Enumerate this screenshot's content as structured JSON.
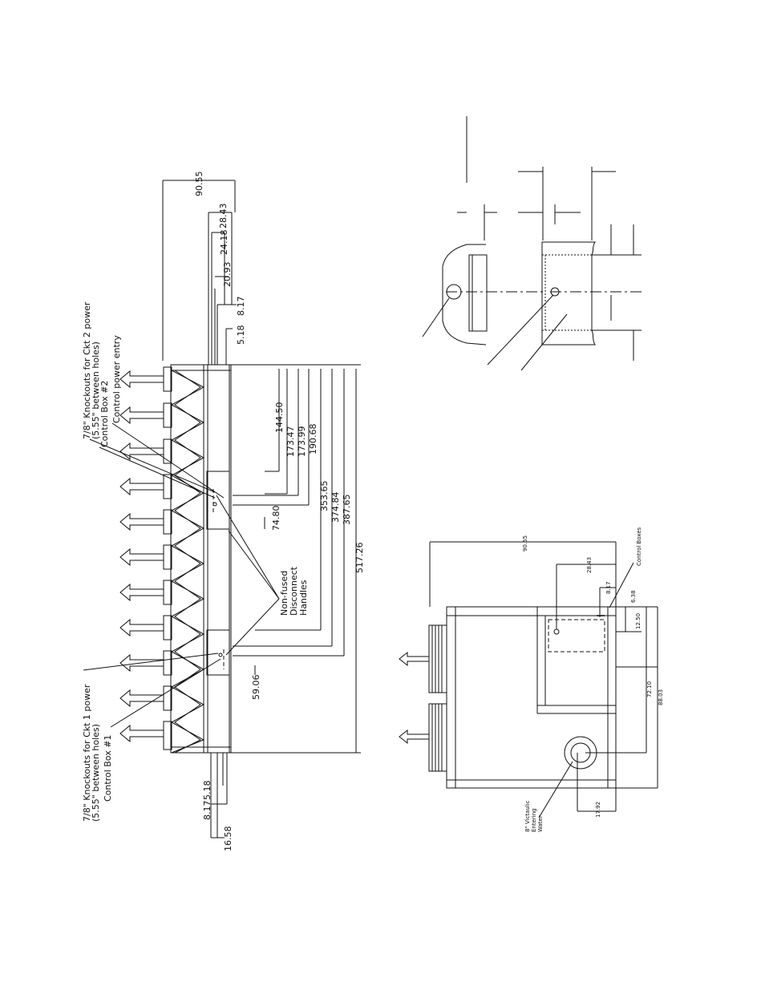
{
  "elevation": {
    "labels": {
      "knockouts_ckt2_l1": "7/8\" Knockouts for Ckt 2 power",
      "knockouts_ckt2_l2": "(5.55\" between holes)",
      "control_box_2": "Control Box #2",
      "control_power_entry": "Control power entry",
      "knockouts_ckt1_l1": "7/8\" Knockouts for Ckt 1 power",
      "knockouts_ckt1_l2": "(5.55\" between holes)",
      "control_box_1": "Control Box #1",
      "disconnect_l1": "Non-fused",
      "disconnect_l2": "Disconnect",
      "disconnect_l3": "Handles"
    },
    "dimensions": {
      "d_90_55": "90.55",
      "d_28_43": "28.43",
      "d_24_18": "24.18",
      "d_20_93": "20.93",
      "d_8_17_top": "8.17",
      "d_5_18_top": "5.18",
      "d_144_50": "144.50",
      "d_173_47": "173.47",
      "d_173_99": "173.99",
      "d_190_68": "190.68",
      "d_74_80": "74.80",
      "d_353_65": "353.65",
      "d_374_84": "374.84",
      "d_387_65": "387.65",
      "d_517_26": "517.26",
      "d_59_06": "59.06",
      "d_5_18_bot": "5.18",
      "d_8_17_bot": "8.17",
      "d_16_58": "16.58"
    }
  },
  "plan": {
    "dimensions": {
      "d_90_55": "90.55",
      "d_28_43": "28.43",
      "d_8_17": "8.17",
      "d_6_38": "6.38",
      "d_12_50": "12.50",
      "d_72_10": "72.10",
      "d_88_03": "88.03",
      "d_17_92": "17.92"
    },
    "labels": {
      "control_boxes": "Control Boxes",
      "victaulic_l1": "8\" Victaulic",
      "victaulic_l2": "Entering",
      "victaulic_l3": "Water"
    }
  }
}
